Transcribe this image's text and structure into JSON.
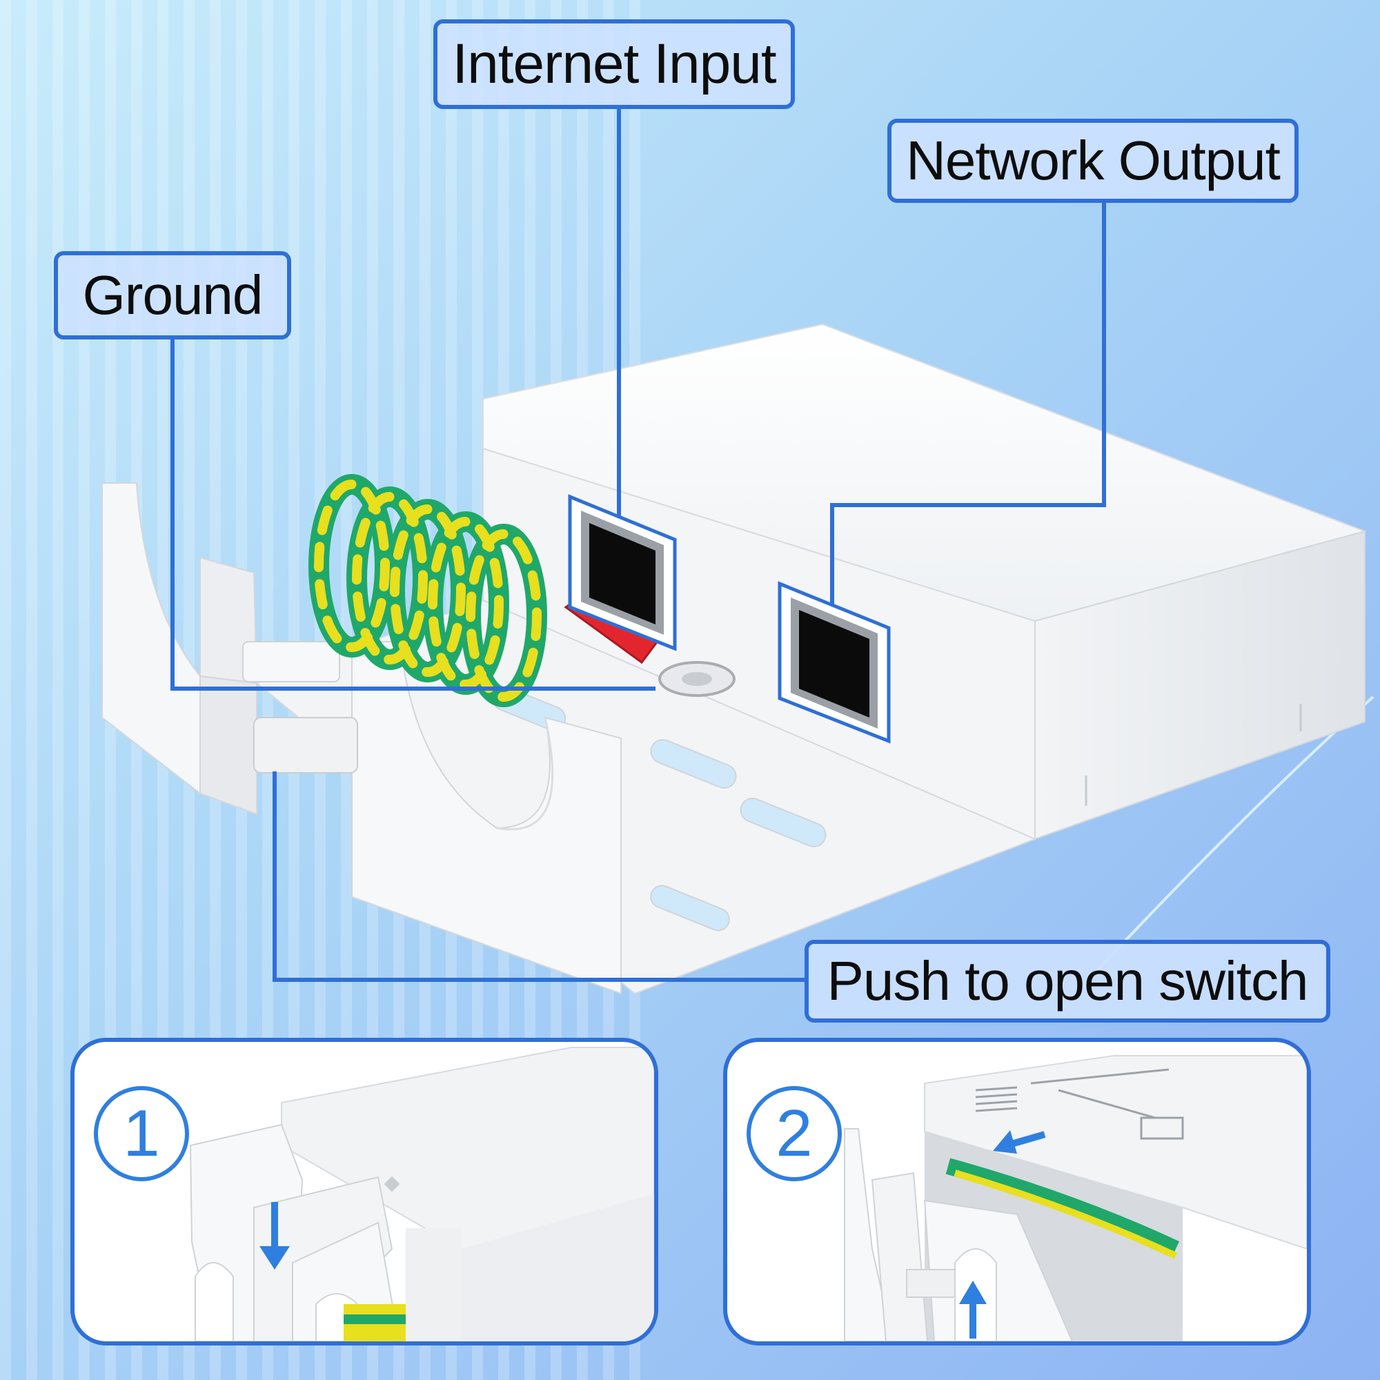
{
  "labels": {
    "internet_input": "Internet Input",
    "network_output": "Network Output",
    "ground": "Ground",
    "push_to_open": "Push to open switch"
  },
  "steps": [
    {
      "number": "1",
      "arrow_direction": "down"
    },
    {
      "number": "2",
      "arrow_direction": "up-left"
    }
  ],
  "colors": {
    "label_border": "#2f6fd6",
    "label_fill": "#cde1ff",
    "background_light": "#bfe6fb",
    "background_blue": "#8fb5f3",
    "ground_wire_yellow": "#e8df1e",
    "ground_wire_green": "#1fa86a",
    "terminal_red": "#e3262e",
    "step_blue": "#2f7fe0"
  }
}
